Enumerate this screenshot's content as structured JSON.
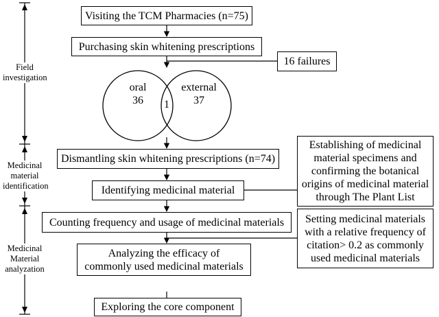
{
  "stages": [
    {
      "label": "Field\ninvestigation"
    },
    {
      "label": "Medicinal\nmaterial\nidentification"
    },
    {
      "label": "Medicinal\nMaterial\nanalyzation"
    }
  ],
  "steps": {
    "visit": "Visiting the TCM Pharmacies (n=75)",
    "purchase": "Purchasing skin whitening prescriptions",
    "failures": "16 failures",
    "dismantle": "Dismantling skin whitening prescriptions (n=74)",
    "identify": "Identifying medicinal material",
    "count": "Counting frequency and usage of medicinal materials",
    "analyze": "Analyzing the efficacy of\ncommonly used medicinal materials",
    "explore": "Exploring the core component"
  },
  "venn": {
    "left_label": "oral",
    "left_count": "36",
    "overlap_count": "1",
    "right_label": "external",
    "right_count": "37"
  },
  "notes": {
    "establish": "Establishing of medicinal\nmaterial specimens and\nconfirming the botanical\norigins of medicinal material\nthrough The Plant List",
    "setting": "Setting medicinal materials\nwith a relative frequency of\ncitation> 0.2 as commonly\nused medicinal materials"
  }
}
